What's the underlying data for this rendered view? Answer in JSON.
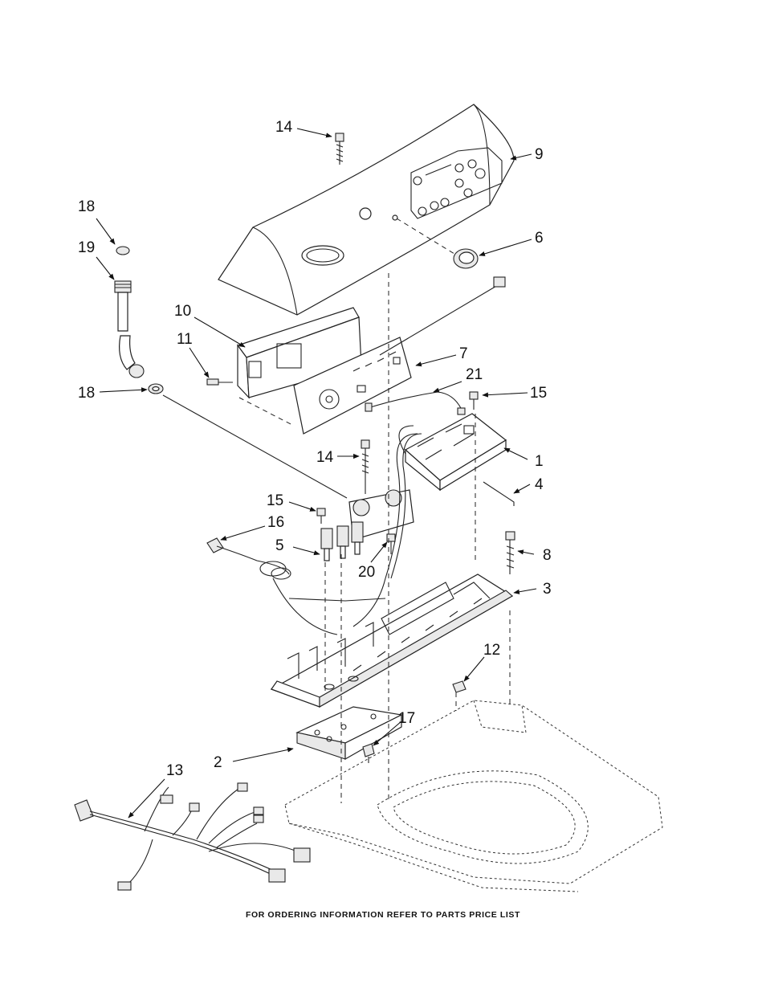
{
  "callouts": [
    "1",
    "2",
    "3",
    "4",
    "5",
    "6",
    "7",
    "8",
    "9",
    "10",
    "11",
    "12",
    "13",
    "14",
    "14",
    "15",
    "15",
    "16",
    "17",
    "18",
    "18",
    "19",
    "20",
    "21"
  ],
  "footer_text": "FOR ORDERING INFORMATION REFER TO PARTS PRICE LIST"
}
